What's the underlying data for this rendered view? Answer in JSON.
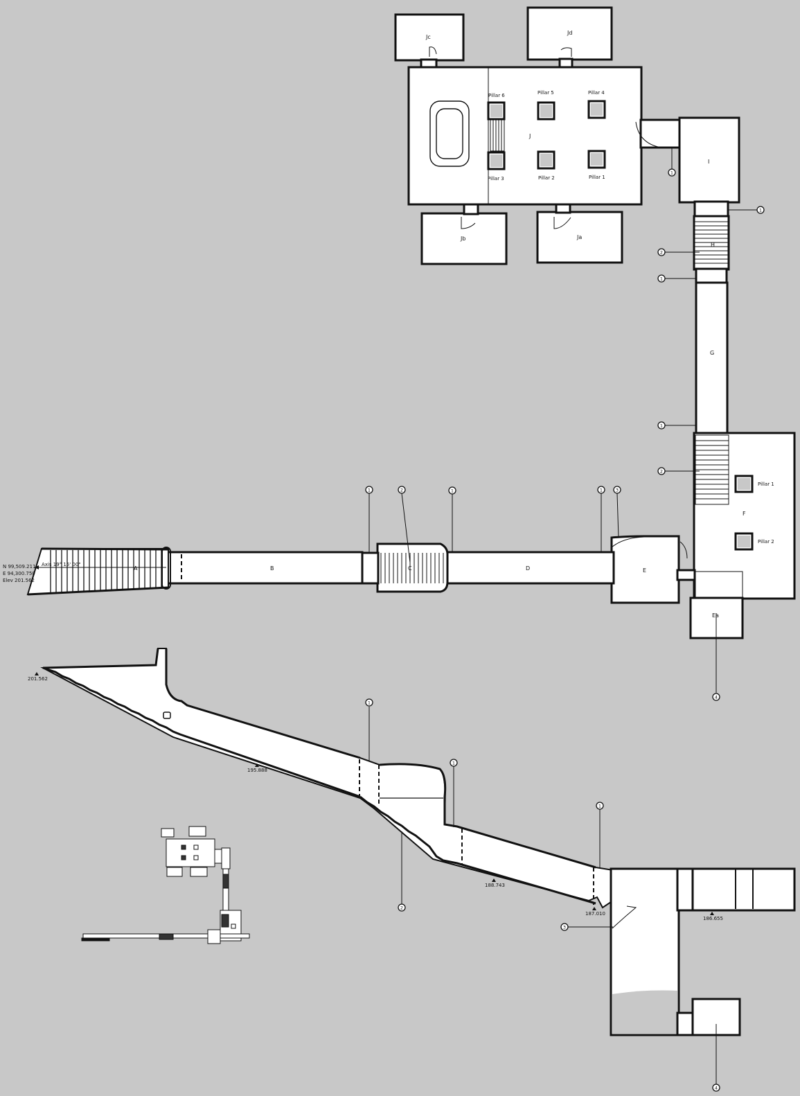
{
  "plan": {
    "chambers": {
      "J": "J",
      "Ja": "Ja",
      "Jb": "Jb",
      "Jc": "Jc",
      "Jd": "Jd",
      "I": "I",
      "H": "H",
      "G": "G",
      "F": "F",
      "E": "E",
      "Ea": "Ea",
      "D": "D",
      "C": "C",
      "B": "B",
      "A": "A"
    },
    "pillars": {
      "p1": "Pillar 1",
      "p2": "Pillar 2",
      "p3": "Pillar 3",
      "p4": "Pillar 4",
      "p5": "Pillar 5",
      "p6": "Pillar 6",
      "f1": "Pillar 1",
      "f2": "Pillar 2"
    },
    "axis_label": "Axis 19° 15' 00\"",
    "coords": {
      "north": "N  99,509.211",
      "east": "E  94,300.750",
      "elev": "Elev  201.562"
    },
    "callout_numbers": {
      "n1": "1",
      "n2": "2",
      "n3": "3",
      "n4": "4"
    }
  },
  "section": {
    "elevations": {
      "e1": "201.562",
      "e2": "195.888",
      "e3": "188.743",
      "e4": "187.010",
      "e5": "186.655"
    }
  }
}
